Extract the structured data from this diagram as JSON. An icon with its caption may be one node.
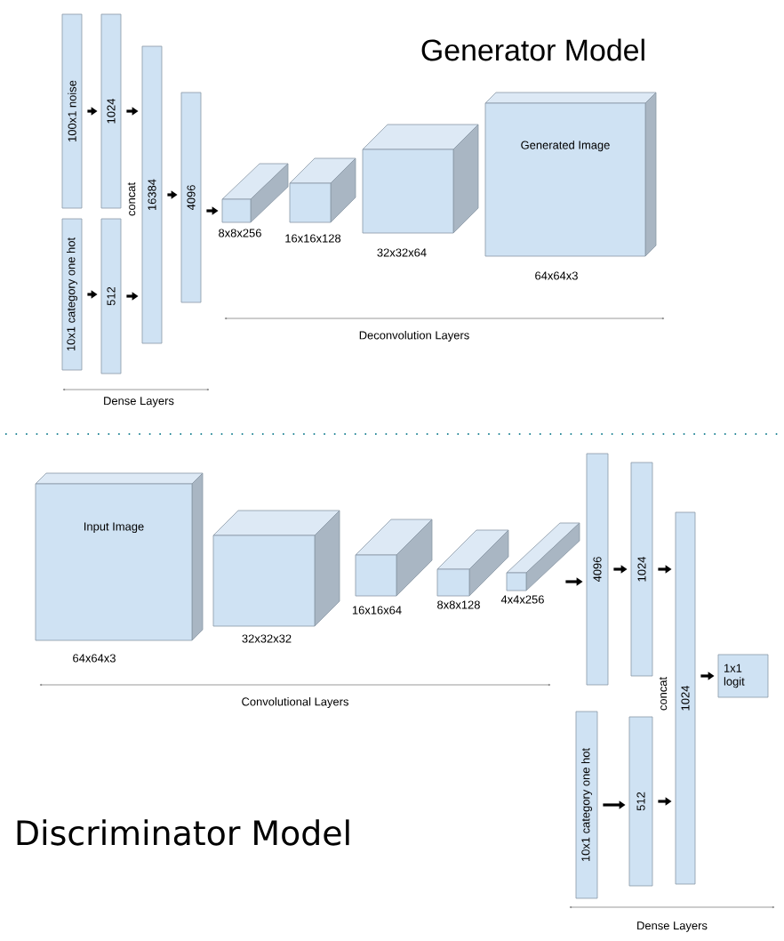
{
  "diagram": {
    "nodes": [
      {
        "text": [
          "100x1 noise"
        ]
      },
      {
        "text": [
          "10x1 category one hot"
        ]
      },
      {
        "text": [
          "1024"
        ]
      },
      {
        "text": [
          "512"
        ]
      },
      {
        "text": [
          "16384"
        ],
        "beside": [
          "concat"
        ]
      },
      {
        "text": [
          "4096"
        ]
      },
      {
        "text": [],
        "shape": "cube",
        "beside": [
          "8x8x256"
        ]
      },
      {
        "text": [],
        "shape": "cube",
        "beside": [
          "16x16x128"
        ]
      },
      {
        "text": [],
        "shape": "cube",
        "beside": [
          "32x32x64"
        ]
      },
      {
        "text": [
          "Generated Image"
        ],
        "beside": [
          "64x64x3"
        ]
      },
      {
        "text": [
          "Input Image"
        ],
        "beside": [
          "64x64x3"
        ]
      },
      {
        "text": [],
        "shape": "cube",
        "beside": [
          "32x32x32"
        ]
      },
      {
        "text": [],
        "shape": "cube",
        "beside": [
          "16x16x64"
        ]
      },
      {
        "text": [],
        "shape": "cube",
        "beside": [
          "8x8x128"
        ]
      },
      {
        "text": [],
        "shape": "cube",
        "beside": [
          "4x4x256"
        ]
      },
      {
        "text": [
          "4096"
        ]
      },
      {
        "text": [
          "1024"
        ]
      },
      {
        "text": [
          "1024"
        ],
        "beside": [
          "concat"
        ]
      },
      {
        "text": [
          "1x1 logit"
        ]
      },
      {
        "text": [
          "10x1 category one hot"
        ]
      },
      {
        "text": [
          "512"
        ]
      }
    ],
    "edges": [
      {
        "from": 0,
        "to": 2,
        "arrow": "to"
      },
      {
        "from": 2,
        "to": 4,
        "arrow": "to"
      },
      {
        "from": 1,
        "to": 3,
        "arrow": "to"
      },
      {
        "from": 3,
        "to": 4,
        "arrow": "to"
      },
      {
        "from": 4,
        "to": 5,
        "arrow": "to"
      },
      {
        "from": 5,
        "to": 6,
        "arrow": "to"
      },
      {
        "from": 14,
        "to": 15,
        "arrow": "to"
      },
      {
        "from": 15,
        "to": 16,
        "arrow": "to"
      },
      {
        "from": 16,
        "to": 17,
        "arrow": "to"
      },
      {
        "from": 17,
        "to": 18,
        "arrow": "to"
      },
      {
        "from": 19,
        "to": 20,
        "arrow": "to"
      },
      {
        "from": 20,
        "to": 17,
        "arrow": "to"
      }
    ],
    "labels": [
      "Generator Model",
      "Dense Layers",
      "Deconvolution Layers",
      "Convolutional Layers",
      "Discriminator Model",
      "Dense Layers"
    ]
  }
}
